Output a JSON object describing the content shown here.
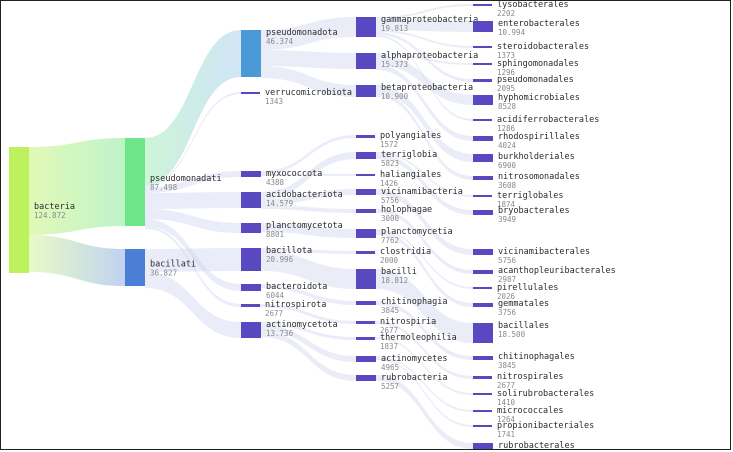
{
  "diagram": {
    "type": "sankey",
    "columns": [
      [
        {
          "id": "bacteria",
          "label": "bacteria",
          "value": "124.872",
          "color": "#bdf25e"
        }
      ],
      [
        {
          "id": "pseudomonadati",
          "label": "pseudomonadati",
          "value": "87.498",
          "color": "#6ee589"
        },
        {
          "id": "bacillati",
          "label": "bacillati",
          "value": "36.827",
          "color": "#4b7fd6"
        }
      ],
      [
        {
          "id": "pseudomonadota",
          "label": "pseudomonadota",
          "value": "46.374",
          "color": "#4a9ad8"
        },
        {
          "id": "verrucomicrobiota",
          "label": "verrucomicrobiota",
          "value": "1343",
          "color": "#5a48c0"
        },
        {
          "id": "myxococcota",
          "label": "myxococcota",
          "value": "4388",
          "color": "#5a48c0"
        },
        {
          "id": "acidobacteriota",
          "label": "acidobacteriota",
          "value": "14.579",
          "color": "#5a48c0"
        },
        {
          "id": "planctomycetota",
          "label": "planctomycetota",
          "value": "8801",
          "color": "#5a48c0"
        },
        {
          "id": "bacillota",
          "label": "bacillota",
          "value": "20.996",
          "color": "#5a48c0"
        },
        {
          "id": "bacteroidota",
          "label": "bacteroidota",
          "value": "6044",
          "color": "#5a48c0"
        },
        {
          "id": "nitrospirota",
          "label": "nitrospirota",
          "value": "2677",
          "color": "#5a48c0"
        },
        {
          "id": "actinomycetota",
          "label": "actinomycetota",
          "value": "13.736",
          "color": "#5a48c0"
        }
      ],
      [
        {
          "id": "gammaproteobacteria",
          "label": "gammaproteobacteria",
          "value": "19.813",
          "color": "#5a48c0"
        },
        {
          "id": "alphaproteobacteria",
          "label": "alphaproteobacteria",
          "value": "15.373",
          "color": "#5a48c0"
        },
        {
          "id": "betaproteobacteria",
          "label": "betaproteobacteria",
          "value": "10.900",
          "color": "#5a48c0"
        },
        {
          "id": "polyangiales",
          "label": "polyangiales",
          "value": "1572",
          "color": "#5a48c0"
        },
        {
          "id": "terriglobia",
          "label": "terriglobia",
          "value": "5823",
          "color": "#5a48c0"
        },
        {
          "id": "haliangiales",
          "label": "haliangiales",
          "value": "1426",
          "color": "#5a48c0"
        },
        {
          "id": "vicinamibacteria",
          "label": "vicinamibacteria",
          "value": "5756",
          "color": "#5a48c0"
        },
        {
          "id": "holophagae",
          "label": "holophagae",
          "value": "3000",
          "color": "#5a48c0"
        },
        {
          "id": "planctomycetia",
          "label": "planctomycetia",
          "value": "7762",
          "color": "#5a48c0"
        },
        {
          "id": "clostridia",
          "label": "clostridia",
          "value": "2000",
          "color": "#5a48c0"
        },
        {
          "id": "bacilli",
          "label": "bacilli",
          "value": "18.812",
          "color": "#5a48c0"
        },
        {
          "id": "chitinophagia",
          "label": "chitinophagia",
          "value": "3845",
          "color": "#5a48c0"
        },
        {
          "id": "nitrospiria",
          "label": "nitrospiria",
          "value": "2677",
          "color": "#5a48c0"
        },
        {
          "id": "thermoleophilia",
          "label": "thermoleophilia",
          "value": "1837",
          "color": "#5a48c0"
        },
        {
          "id": "actinomycetes",
          "label": "actinomycetes",
          "value": "4965",
          "color": "#5a48c0"
        },
        {
          "id": "rubrobacteria",
          "label": "rubrobacteria",
          "value": "5257",
          "color": "#5a48c0"
        }
      ],
      [
        {
          "id": "lysobacterales",
          "label": "lysobacterales",
          "value": "2202",
          "color": "#5a48c0"
        },
        {
          "id": "enterobacterales",
          "label": "enterobacterales",
          "value": "10.994",
          "color": "#5a48c0"
        },
        {
          "id": "steroidobacterales",
          "label": "steroidobacterales",
          "value": "1373",
          "color": "#5a48c0"
        },
        {
          "id": "sphingomonadales",
          "label": "sphingomonadales",
          "value": "1296",
          "color": "#5a48c0"
        },
        {
          "id": "pseudomonadales",
          "label": "pseudomonadales",
          "value": "2095",
          "color": "#5a48c0"
        },
        {
          "id": "hyphomicrobiales",
          "label": "hyphomicrobiales",
          "value": "8528",
          "color": "#5a48c0"
        },
        {
          "id": "acidiferrobacterales",
          "label": "acidiferrobacterales",
          "value": "1286",
          "color": "#5a48c0"
        },
        {
          "id": "rhodospirillales",
          "label": "rhodospirillales",
          "value": "4024",
          "color": "#5a48c0"
        },
        {
          "id": "burkholderiales",
          "label": "burkholderiales",
          "value": "6900",
          "color": "#5a48c0"
        },
        {
          "id": "nitrosomonadales",
          "label": "nitrosomonadales",
          "value": "3608",
          "color": "#5a48c0"
        },
        {
          "id": "terriglobales",
          "label": "terriglobales",
          "value": "1874",
          "color": "#5a48c0"
        },
        {
          "id": "bryobacterales",
          "label": "bryobacterales",
          "value": "3949",
          "color": "#5a48c0"
        },
        {
          "id": "vicinamibacterales",
          "label": "vicinamibacterales",
          "value": "5756",
          "color": "#5a48c0"
        },
        {
          "id": "acanthopleuribacterales",
          "label": "acanthopleuribacterales",
          "value": "2987",
          "color": "#5a48c0"
        },
        {
          "id": "pirellulales",
          "label": "pirellulales",
          "value": "2026",
          "color": "#5a48c0"
        },
        {
          "id": "gemmatales",
          "label": "gemmatales",
          "value": "3756",
          "color": "#5a48c0"
        },
        {
          "id": "bacillales",
          "label": "bacillales",
          "value": "18.500",
          "color": "#5a48c0"
        },
        {
          "id": "chitinophagales",
          "label": "chitinophagales",
          "value": "3845",
          "color": "#5a48c0"
        },
        {
          "id": "nitrospirales",
          "label": "nitrospirales",
          "value": "2677",
          "color": "#5a48c0"
        },
        {
          "id": "solirubrobacterales",
          "label": "solirubrobacterales",
          "value": "1410",
          "color": "#5a48c0"
        },
        {
          "id": "micrococcales",
          "label": "micrococcales",
          "value": "1264",
          "color": "#5a48c0"
        },
        {
          "id": "propionibacteriales",
          "label": "propionibacteriales",
          "value": "1741",
          "color": "#5a48c0"
        },
        {
          "id": "rubrobacterales",
          "label": "rubrobacterales",
          "value": "",
          "color": "#5a48c0"
        }
      ]
    ],
    "links": [
      [
        "bacteria",
        "pseudomonadati"
      ],
      [
        "bacteria",
        "bacillati"
      ],
      [
        "pseudomonadati",
        "pseudomonadota"
      ],
      [
        "pseudomonadati",
        "verrucomicrobiota"
      ],
      [
        "pseudomonadati",
        "myxococcota"
      ],
      [
        "pseudomonadati",
        "acidobacteriota"
      ],
      [
        "pseudomonadati",
        "planctomycetota"
      ],
      [
        "pseudomonadati",
        "bacteroidota"
      ],
      [
        "pseudomonadati",
        "nitrospirota"
      ],
      [
        "bacillati",
        "bacillota"
      ],
      [
        "bacillati",
        "actinomycetota"
      ],
      [
        "pseudomonadota",
        "gammaproteobacteria"
      ],
      [
        "pseudomonadota",
        "alphaproteobacteria"
      ],
      [
        "pseudomonadota",
        "betaproteobacteria"
      ],
      [
        "myxococcota",
        "polyangiales"
      ],
      [
        "myxococcota",
        "haliangiales"
      ],
      [
        "acidobacteriota",
        "terriglobia"
      ],
      [
        "acidobacteriota",
        "vicinamibacteria"
      ],
      [
        "acidobacteriota",
        "holophagae"
      ],
      [
        "planctomycetota",
        "planctomycetia"
      ],
      [
        "bacillota",
        "clostridia"
      ],
      [
        "bacillota",
        "bacilli"
      ],
      [
        "bacteroidota",
        "chitinophagia"
      ],
      [
        "nitrospirota",
        "nitrospiria"
      ],
      [
        "actinomycetota",
        "thermoleophilia"
      ],
      [
        "actinomycetota",
        "actinomycetes"
      ],
      [
        "actinomycetota",
        "rubrobacteria"
      ],
      [
        "gammaproteobacteria",
        "lysobacterales"
      ],
      [
        "gammaproteobacteria",
        "enterobacterales"
      ],
      [
        "gammaproteobacteria",
        "steroidobacterales"
      ],
      [
        "gammaproteobacteria",
        "pseudomonadales"
      ],
      [
        "gammaproteobacteria",
        "acidiferrobacterales"
      ],
      [
        "alphaproteobacteria",
        "sphingomonadales"
      ],
      [
        "alphaproteobacteria",
        "hyphomicrobiales"
      ],
      [
        "alphaproteobacteria",
        "rhodospirillales"
      ],
      [
        "betaproteobacteria",
        "burkholderiales"
      ],
      [
        "betaproteobacteria",
        "nitrosomonadales"
      ],
      [
        "terriglobia",
        "terriglobales"
      ],
      [
        "terriglobia",
        "bryobacterales"
      ],
      [
        "vicinamibacteria",
        "vicinamibacterales"
      ],
      [
        "holophagae",
        "acanthopleuribacterales"
      ],
      [
        "planctomycetia",
        "pirellulales"
      ],
      [
        "planctomycetia",
        "gemmatales"
      ],
      [
        "bacilli",
        "bacillales"
      ],
      [
        "chitinophagia",
        "chitinophagales"
      ],
      [
        "nitrospiria",
        "nitrospirales"
      ],
      [
        "thermoleophilia",
        "solirubrobacterales"
      ],
      [
        "actinomycetes",
        "micrococcales"
      ],
      [
        "actinomycetes",
        "propionibacteriales"
      ],
      [
        "rubrobacteria",
        "rubrobacterales"
      ]
    ]
  }
}
